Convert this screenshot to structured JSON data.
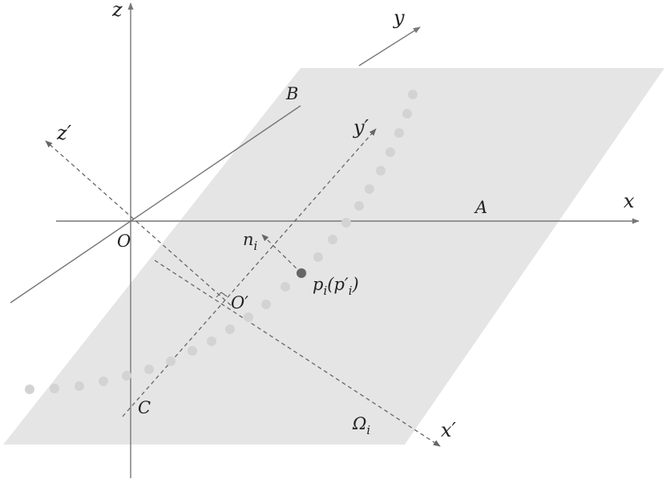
{
  "labels": {
    "z": "z",
    "y": "y",
    "x": "x",
    "z_prime": "z′",
    "y_prime": "y′",
    "x_prime": "x′",
    "origin": "O",
    "origin_prime": "O′",
    "point_a": "A",
    "point_b": "B",
    "point_c": "C",
    "normal": {
      "base": "n",
      "sub": "i"
    },
    "point_p": {
      "base": "p",
      "sub": "i",
      "open": "(",
      "inner_base": "p′",
      "inner_sub": "i",
      "close": ")"
    },
    "plane": {
      "base": "Ω",
      "sub": "i"
    }
  },
  "colors": {
    "plane_fill": "#e5e5e5",
    "axis": "#777777",
    "dashed": "#666666",
    "dot": "#d3d3d3",
    "point": "#666666",
    "text": "#222222"
  }
}
